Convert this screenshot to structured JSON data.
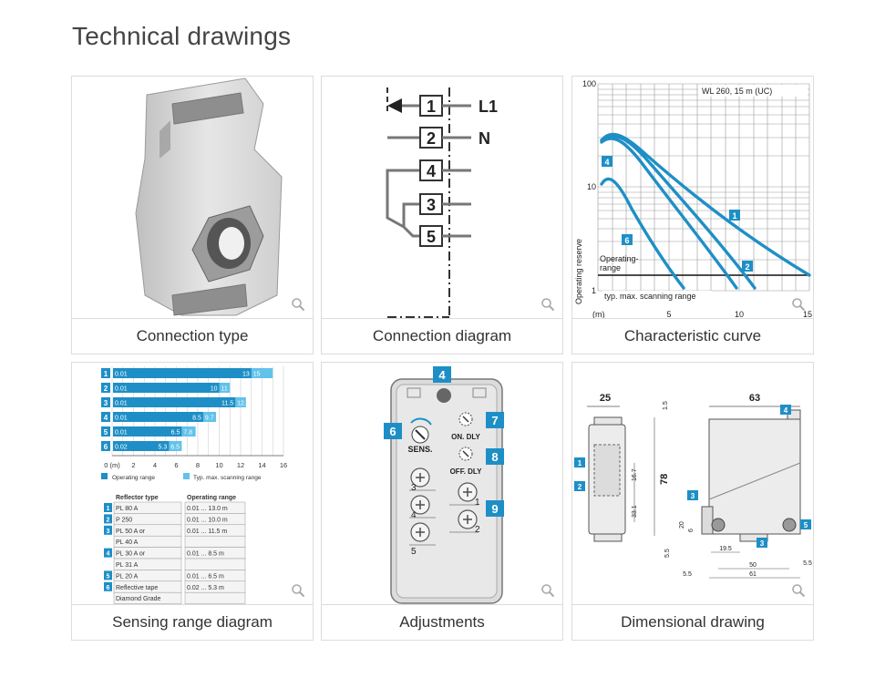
{
  "page": {
    "title": "Technical drawings"
  },
  "cards": [
    {
      "caption": "Connection type"
    },
    {
      "caption": "Connection diagram"
    },
    {
      "caption": "Characteristic curve"
    },
    {
      "caption": "Sensing range diagram"
    },
    {
      "caption": "Adjustments"
    },
    {
      "caption": "Dimensional drawing"
    }
  ],
  "connection_diagram": {
    "pins": [
      "1",
      "2",
      "4",
      "3",
      "5"
    ],
    "labels": [
      "L1",
      "N"
    ]
  },
  "characteristic_curve": {
    "model": "WL 260, 15 m (UC)",
    "ylabel": "Operating reserve",
    "xlabel": "(m)",
    "y_ticks": [
      "100",
      "10",
      "1"
    ],
    "x_ticks": [
      "5",
      "10",
      "15"
    ],
    "curve_labels": [
      "1",
      "2",
      "4",
      "6"
    ],
    "note_operating": "Operating-",
    "note_range": "range",
    "note_scan": "typ. max. scanning range"
  },
  "sensing_range": {
    "rows": [
      {
        "n": "1",
        "min": "0.01",
        "op": "13",
        "max": "15"
      },
      {
        "n": "2",
        "min": "0.01",
        "op": "10",
        "max": "11"
      },
      {
        "n": "3",
        "min": "0.01",
        "op": "11.5",
        "max": "12.5"
      },
      {
        "n": "4",
        "min": "0.01",
        "op": "8.5",
        "max": "9.7"
      },
      {
        "n": "5",
        "min": "0.01",
        "op": "6.5",
        "max": "7.8"
      },
      {
        "n": "6",
        "min": "0.02",
        "op": "5.3",
        "max": "6.5"
      }
    ],
    "axis_unit": "0 (m)",
    "axis_ticks": [
      "2",
      "4",
      "6",
      "8",
      "10",
      "12",
      "14",
      "16"
    ],
    "legend_operating": "Operating range",
    "legend_scan": "Typ. max. scanning range",
    "table_header_reflector": "Reflector type",
    "table_header_range": "Operating range",
    "table_rows": [
      {
        "n": "1",
        "type": "PL 80 A",
        "range": "0.01 ... 13.0 m"
      },
      {
        "n": "2",
        "type": "P 250",
        "range": "0.01 ... 10.0 m"
      },
      {
        "n": "3",
        "type": "PL 50 A or",
        "range": "0.01 ... 11.5 m"
      },
      {
        "n": "",
        "type": "PL 40 A",
        "range": ""
      },
      {
        "n": "4",
        "type": "PL 30 A or",
        "range": "0.01 ... 8.5 m"
      },
      {
        "n": "",
        "type": "PL 31 A",
        "range": ""
      },
      {
        "n": "5",
        "type": "PL 20 A",
        "range": "0.01 ... 6.5 m"
      },
      {
        "n": "6",
        "type": "Reflective tape",
        "range": "0.02 ... 5.3 m"
      },
      {
        "n": "",
        "type": "Diamond Grade",
        "range": ""
      }
    ]
  },
  "adjustments": {
    "callouts": [
      "4",
      "6",
      "7",
      "8",
      "9"
    ],
    "sens": "SENS.",
    "on_dly": "ON. DLY",
    "off_dly": "OFF. DLY",
    "terminals": [
      "3",
      "1",
      "4",
      "2",
      "5"
    ]
  },
  "dimensional": {
    "dims": [
      "25",
      "63",
      "78",
      "1.5",
      "16.7",
      "33.1",
      "20",
      "6",
      "5.5",
      "19.5",
      "50",
      "61",
      "5.5",
      "5.5"
    ],
    "callouts": [
      "1",
      "2",
      "3",
      "3",
      "4",
      "5"
    ]
  },
  "colors": {
    "accent": "#1e8fc6",
    "light_accent": "#62c2ea",
    "caption_border": "#dcdcdc"
  }
}
